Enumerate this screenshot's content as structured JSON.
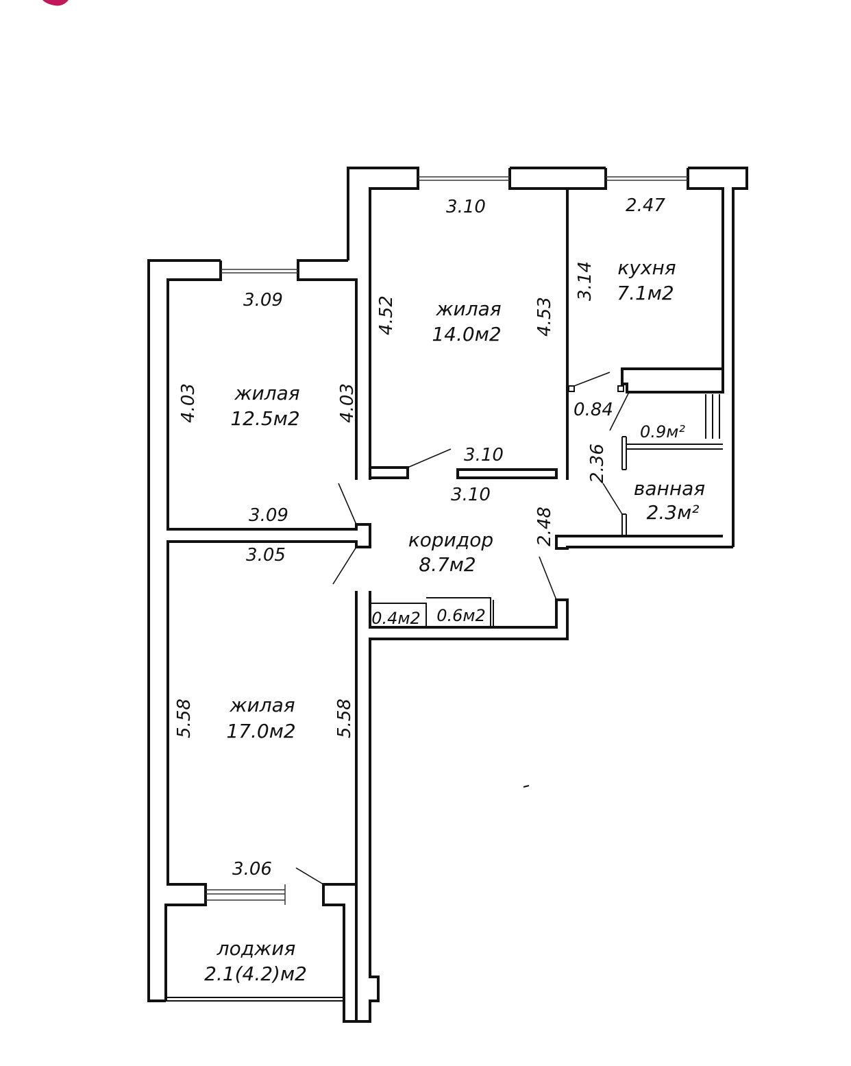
{
  "rooms": {
    "living_left": {
      "name": "жилая",
      "area": "12.5м2"
    },
    "living_top": {
      "name": "жилая",
      "area": "14.0м2"
    },
    "kitchen": {
      "name": "кухня",
      "area": "7.1м2"
    },
    "toilet": {
      "area": "0.9м²"
    },
    "bathroom": {
      "name": "ванная",
      "area": "2.3м²"
    },
    "corridor": {
      "name": "коридор",
      "area": "8.7м2"
    },
    "closet_a": {
      "area": "0.4м2"
    },
    "closet_b": {
      "area": "0.6м2"
    },
    "living_bottom": {
      "name": "жилая",
      "area": "17.0м2"
    },
    "loggia": {
      "name": "лоджия",
      "area": "2.1(4.2)м2"
    }
  },
  "dimensions": {
    "top_room_width_top": "3.10",
    "kitchen_width": "2.47",
    "left_room_width_top": "3.09",
    "top_room_left_height": "4.52",
    "top_room_right_height": "4.53",
    "kitchen_height": "3.14",
    "left_room_left_height": "4.03",
    "left_room_right_height": "4.03",
    "wc_width": "0.84",
    "top_room_width_bottom": "3.10",
    "corridor_width": "3.10",
    "bath_height": "2.36",
    "left_room_width_bottom": "3.09",
    "corridor_height": "2.48",
    "bottom_room_width_top": "3.05",
    "bottom_room_left_height": "5.58",
    "bottom_room_right_height": "5.58",
    "bottom_room_width_bottom": "3.06"
  }
}
